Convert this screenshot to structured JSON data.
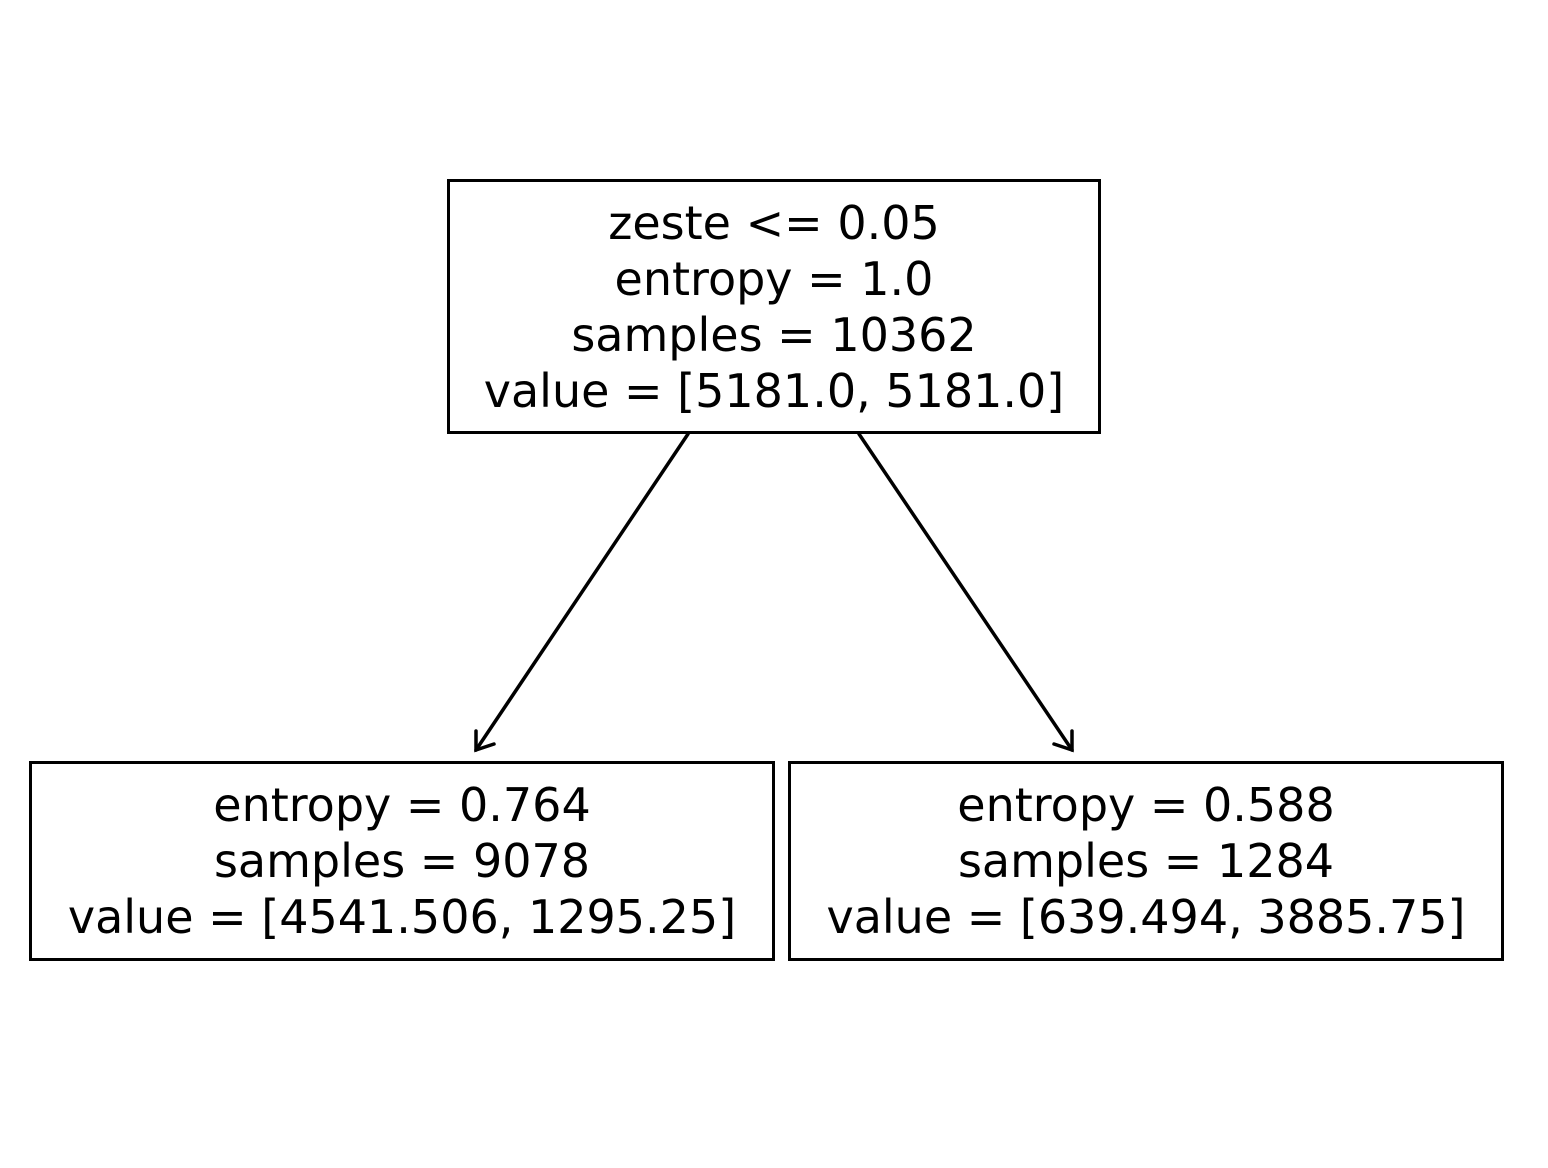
{
  "tree": {
    "root": {
      "condition": "zeste <= 0.05",
      "entropy": "entropy = 1.0",
      "samples": "samples = 10362",
      "value": "value = [5181.0, 5181.0]"
    },
    "left": {
      "entropy": "entropy = 0.764",
      "samples": "samples = 9078",
      "value": "value = [4541.506, 1295.25]"
    },
    "right": {
      "entropy": "entropy = 0.588",
      "samples": "samples = 1284",
      "value": "value = [639.494, 3885.75]"
    }
  }
}
